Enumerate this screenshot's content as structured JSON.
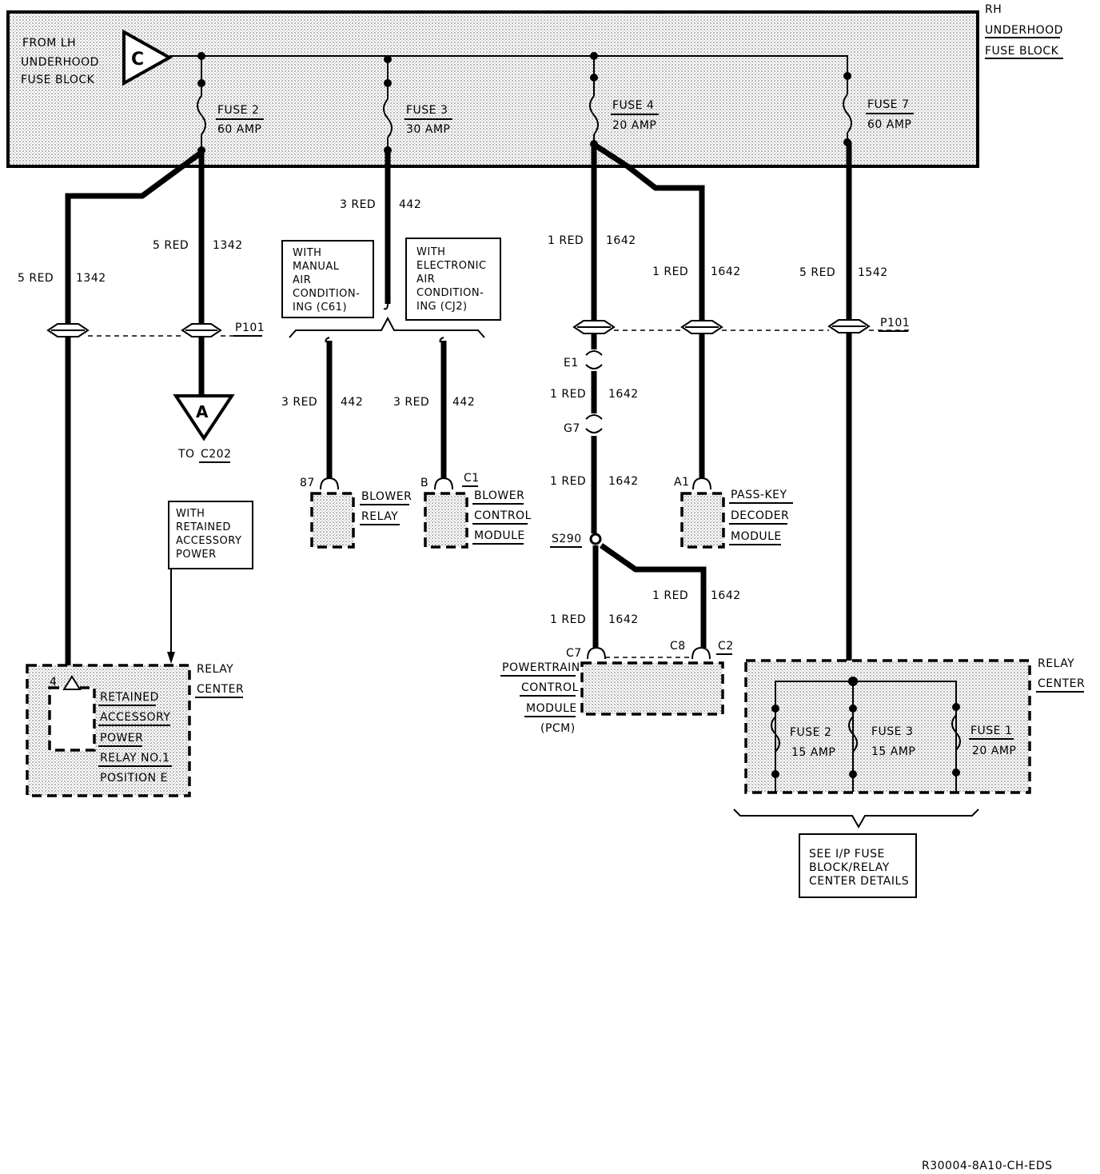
{
  "rh_fuse_block": {
    "line1": "RH",
    "line2": "UNDERHOOD",
    "line3": "FUSE BLOCK"
  },
  "from_lh": {
    "line1": "FROM LH",
    "line2": "UNDERHOOD",
    "line3": "FUSE BLOCK",
    "connector": "C"
  },
  "fuses_top": [
    {
      "name": "FUSE 2",
      "rating": "60 AMP"
    },
    {
      "name": "FUSE 3",
      "rating": "30 AMP"
    },
    {
      "name": "FUSE 4",
      "rating": "20 AMP"
    },
    {
      "name": "FUSE 7",
      "rating": "60 AMP"
    }
  ],
  "wires": {
    "w1342a": {
      "size": "5 RED",
      "circuit": "1342"
    },
    "w1342b": {
      "size": "5 RED",
      "circuit": "1342"
    },
    "w442top": {
      "size": "3 RED",
      "circuit": "442"
    },
    "w442l": {
      "size": "3 RED",
      "circuit": "442"
    },
    "w442r": {
      "size": "3 RED",
      "circuit": "442"
    },
    "w1642a": {
      "size": "1 RED",
      "circuit": "1642"
    },
    "w1642b": {
      "size": "1 RED",
      "circuit": "1642"
    },
    "w1642c": {
      "size": "1 RED",
      "circuit": "1642"
    },
    "w1642d": {
      "size": "1 RED",
      "circuit": "1642"
    },
    "w1642e": {
      "size": "1 RED",
      "circuit": "1642"
    },
    "w1642f": {
      "size": "1 RED",
      "circuit": "1642"
    },
    "w1542": {
      "size": "5 RED",
      "circuit": "1542"
    }
  },
  "p101_left": "P101",
  "p101_right": "P101",
  "to_c202": {
    "connector": "A",
    "label": "TO",
    "ref": "C202"
  },
  "manual_ac": {
    "l1": "WITH",
    "l2": "MANUAL",
    "l3": "AIR",
    "l4": "CONDITION-",
    "l5": "ING (C61)"
  },
  "electronic_ac": {
    "l1": "WITH",
    "l2": "ELECTRONIC",
    "l3": "AIR",
    "l4": "CONDITION-",
    "l5": "ING (CJ2)"
  },
  "blower_relay": {
    "pin": "87",
    "l1": "BLOWER",
    "l2": "RELAY"
  },
  "blower_module": {
    "pin": "B",
    "conn": "C1",
    "l1": "BLOWER",
    "l2": "CONTROL",
    "l3": "MODULE"
  },
  "inline": {
    "e1": "E1",
    "g7": "G7",
    "splice": "S290"
  },
  "passkey": {
    "pin": "A1",
    "l1": "PASS-KEY",
    "l2": "DECODER",
    "l3": "MODULE"
  },
  "pcm": {
    "pin_c7": "C7",
    "pin_c8": "C8",
    "pin_c2": "C2",
    "l1": "POWERTRAIN",
    "l2": "CONTROL",
    "l3": "MODULE",
    "l4": "(PCM)"
  },
  "retained_note": {
    "l1": "WITH",
    "l2": "RETAINED",
    "l3": "ACCESSORY",
    "l4": "POWER"
  },
  "relay_center_left": {
    "r1": "RELAY",
    "r2": "CENTER",
    "pin": "4",
    "l1": "RETAINED",
    "l2": "ACCESSORY",
    "l3": "POWER",
    "l4": "RELAY NO.1",
    "l5": "POSITION E"
  },
  "relay_center_right": {
    "r1": "RELAY",
    "r2": "CENTER",
    "fuses": [
      {
        "name": "FUSE 2",
        "rating": "15 AMP"
      },
      {
        "name": "FUSE 3",
        "rating": "15 AMP"
      },
      {
        "name": "FUSE 1",
        "rating": "20 AMP"
      }
    ]
  },
  "see_ip": {
    "l1": "SEE I/P FUSE",
    "l2": "BLOCK/RELAY",
    "l3": "CENTER DETAILS"
  },
  "doc_id": "R30004-8A10-CH-EDS"
}
